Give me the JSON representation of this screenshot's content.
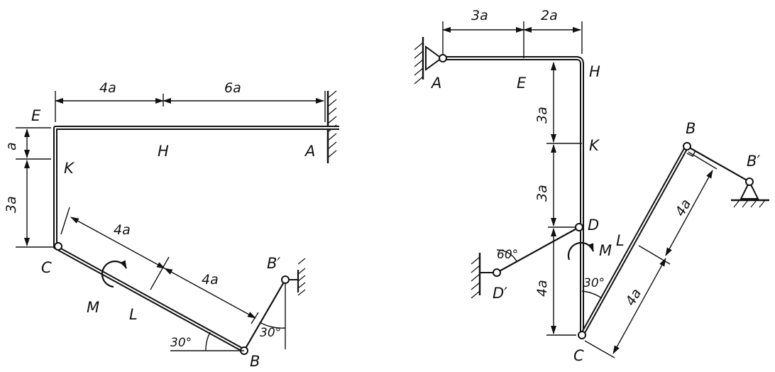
{
  "left_figure": {
    "points": {
      "E": "E",
      "K": "K",
      "H": "H",
      "A": "A",
      "C": "C",
      "B": "B",
      "B_prime": "B′",
      "L": "L",
      "M": "M"
    },
    "dims": {
      "EH": "4a",
      "HA": "6a",
      "EK": "a",
      "KC": "3a",
      "CL": "4a",
      "LB": "4a"
    },
    "angles": {
      "beam": "30°",
      "rod": "30°"
    }
  },
  "right_figure": {
    "points": {
      "A": "A",
      "E": "E",
      "H": "H",
      "K": "K",
      "D": "D",
      "D_prime": "D′",
      "C": "C",
      "B": "B",
      "B_prime": "B′",
      "L": "L",
      "M": "M"
    },
    "dims": {
      "AE": "3a",
      "EH": "2a",
      "HK": "3a",
      "KD": "3a",
      "DC": "4a",
      "BL": "4a",
      "LC": "4a"
    },
    "angles": {
      "rod": "60°",
      "beam": "30°"
    }
  }
}
